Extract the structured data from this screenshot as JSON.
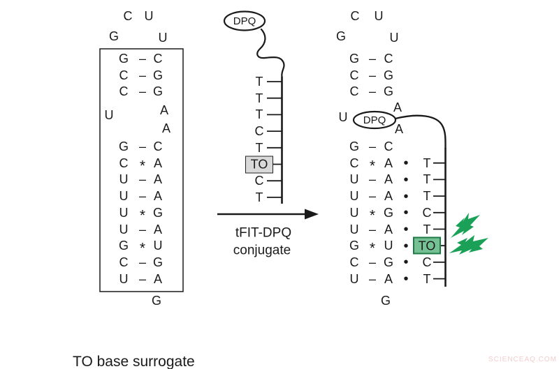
{
  "colors": {
    "ink": "#1a1a1a",
    "to_gray_fill": "#d9d9d9",
    "to_green_fill": "#76c194",
    "to_green_border": "#1e7a45",
    "flash_green": "#1aa157",
    "watermark_pink": "#f3cdcd"
  },
  "left_hairpin": {
    "loop": {
      "top": [
        "C",
        "U"
      ],
      "sides": [
        "G",
        "U"
      ]
    },
    "stem": [
      {
        "l": "G",
        "bond": "-",
        "r": "C"
      },
      {
        "l": "C",
        "bond": "-",
        "r": "G"
      },
      {
        "l": "C",
        "bond": "-",
        "r": "G"
      },
      {
        "l": "G",
        "bond": "-",
        "r": "C"
      },
      {
        "l": "C",
        "bond": "*",
        "r": "A"
      },
      {
        "l": "U",
        "bond": "-",
        "r": "A"
      },
      {
        "l": "U",
        "bond": "-",
        "r": "A"
      },
      {
        "l": "U",
        "bond": "*",
        "r": "G"
      },
      {
        "l": "U",
        "bond": "-",
        "r": "A"
      },
      {
        "l": "G",
        "bond": "*",
        "r": "U"
      },
      {
        "l": "C",
        "bond": "-",
        "r": "G"
      },
      {
        "l": "U",
        "bond": "-",
        "r": "A"
      }
    ],
    "bulge": {
      "left": "U",
      "right": [
        "A",
        "A"
      ]
    },
    "tail": "G"
  },
  "probe": {
    "label": "DPQ",
    "bases": [
      {
        "b": "T",
        "highlight": false
      },
      {
        "b": "T",
        "highlight": false
      },
      {
        "b": "T",
        "highlight": false
      },
      {
        "b": "C",
        "highlight": false
      },
      {
        "b": "T",
        "highlight": false
      },
      {
        "b": "TO",
        "highlight": true
      },
      {
        "b": "C",
        "highlight": false
      },
      {
        "b": "T",
        "highlight": false
      }
    ]
  },
  "arrow_label": {
    "line1": "tFIT-DPQ",
    "line2": "conjugate"
  },
  "complex": {
    "loop": {
      "top": [
        "C",
        "U"
      ],
      "sides": [
        "G",
        "U"
      ]
    },
    "bulge": {
      "left": "U",
      "label": "DPQ",
      "right": [
        "A",
        "A"
      ]
    },
    "stem": [
      {
        "l": "G",
        "bond": "-",
        "r": "C"
      },
      {
        "l": "C",
        "bond": "-",
        "r": "G"
      },
      {
        "l": "C",
        "bond": "-",
        "r": "G"
      },
      {
        "l": "G",
        "bond": "-",
        "r": "C"
      },
      {
        "l": "C",
        "bond": "*",
        "r": "A",
        "dot": "•",
        "probe": "T",
        "highlight": false
      },
      {
        "l": "U",
        "bond": "-",
        "r": "A",
        "dot": "•",
        "probe": "T",
        "highlight": false
      },
      {
        "l": "U",
        "bond": "-",
        "r": "A",
        "dot": "•",
        "probe": "T",
        "highlight": false
      },
      {
        "l": "U",
        "bond": "*",
        "r": "G",
        "dot": "•",
        "probe": "C",
        "highlight": false
      },
      {
        "l": "U",
        "bond": "-",
        "r": "A",
        "dot": "•",
        "probe": "T",
        "highlight": false
      },
      {
        "l": "G",
        "bond": "*",
        "r": "U",
        "dot": "•",
        "probe": "TO",
        "highlight": true
      },
      {
        "l": "C",
        "bond": "-",
        "r": "G",
        "dot": "•",
        "probe": "C",
        "highlight": false
      },
      {
        "l": "U",
        "bond": "-",
        "r": "A",
        "dot": "•",
        "probe": "T",
        "highlight": false
      }
    ],
    "tail": "G"
  },
  "legend": {
    "label": "TO base surrogate"
  },
  "watermark": {
    "text": "SCIENCEAQ.COM"
  }
}
